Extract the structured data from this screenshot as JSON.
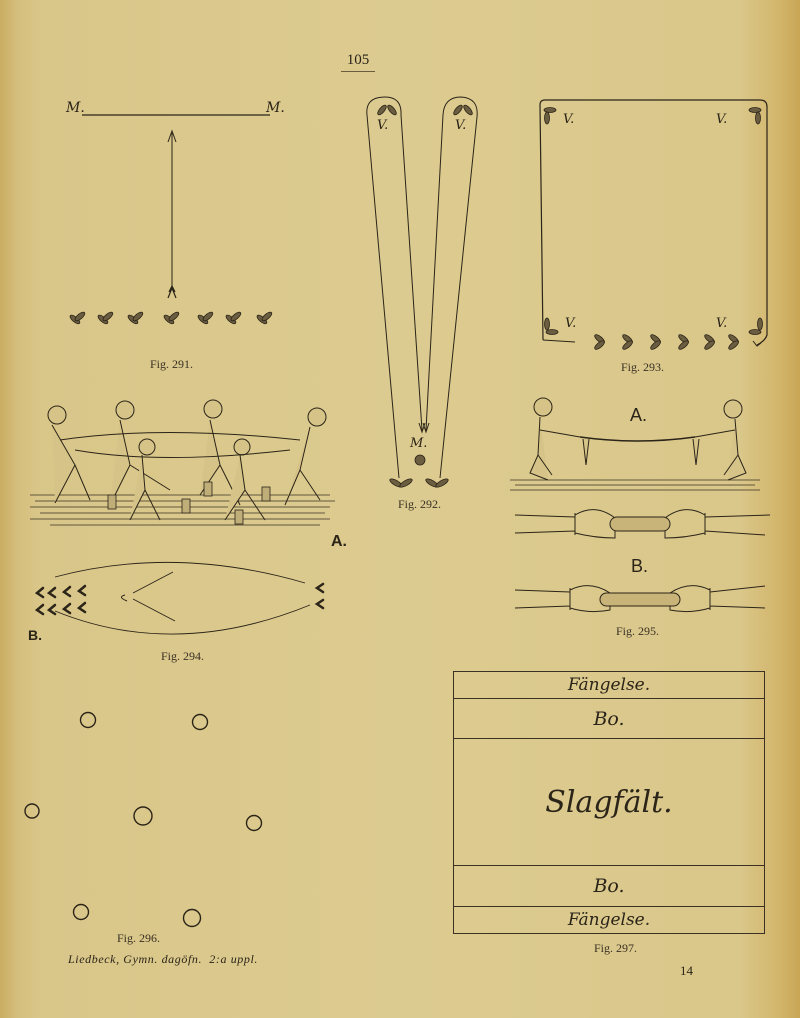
{
  "page": {
    "number_top": "105",
    "number_bottom": "14",
    "footer_citation": "Liedbeck, Gymn. dagöfn.  2:a uppl.",
    "paper_color": "#dccb90",
    "ink_color": "#2b2418"
  },
  "fig291": {
    "caption": "Fig. 291.",
    "left_label": "M.",
    "right_label": "M.",
    "footprint_count": 7
  },
  "fig292": {
    "caption": "Fig. 292.",
    "top_left_label": "V.",
    "top_right_label": "V.",
    "center_label": "M."
  },
  "fig293": {
    "caption": "Fig. 293.",
    "corner_labels": [
      "V.",
      "V.",
      "V.",
      "V."
    ],
    "footprint_count": 6
  },
  "fig294": {
    "caption": "Fig. 294.",
    "part_a_label": "A.",
    "part_b_label": "B."
  },
  "fig295": {
    "caption": "Fig. 295.",
    "part_a_label": "A.",
    "part_b_label": "B."
  },
  "fig296": {
    "caption": "Fig. 296.",
    "circle_count": 7
  },
  "fig297": {
    "caption": "Fig. 297.",
    "rows": [
      {
        "label": "Fängelse."
      },
      {
        "label": "Bo."
      },
      {
        "label": "Slagfält."
      },
      {
        "label": "Bo."
      },
      {
        "label": "Fängelse."
      }
    ]
  }
}
